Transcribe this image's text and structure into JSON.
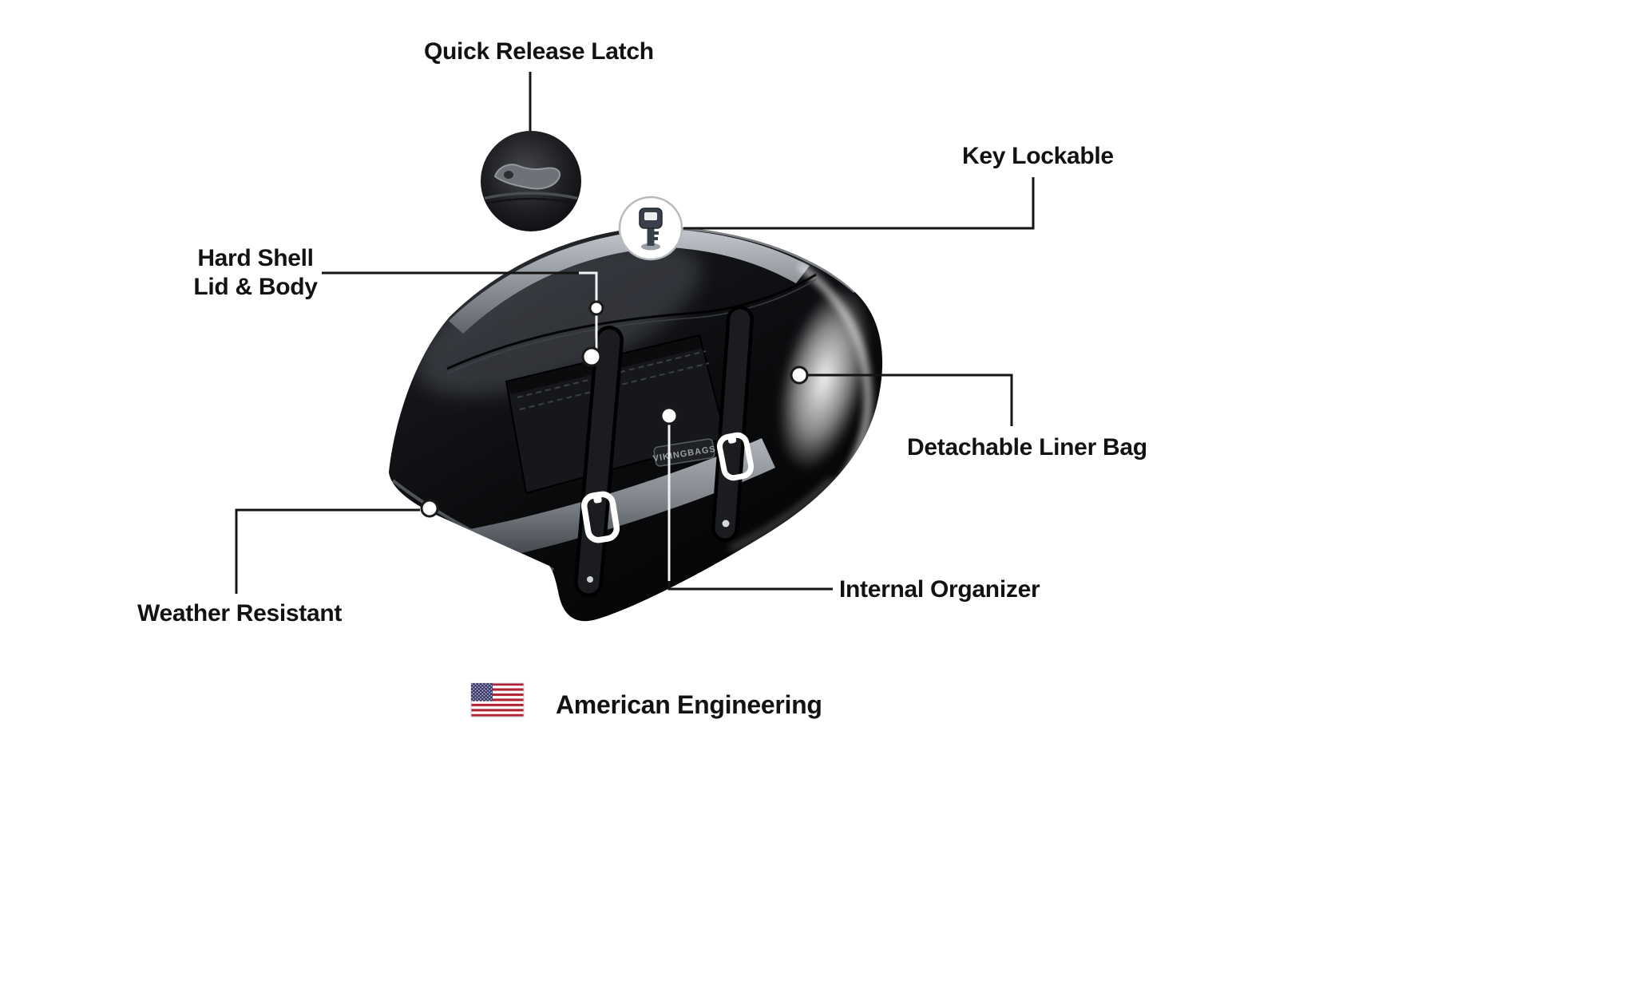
{
  "labels": {
    "quick_release_latch": "Quick Release Latch",
    "key_lockable": "Key Lockable",
    "hard_shell_line1": "Hard Shell",
    "hard_shell_line2": "Lid & Body",
    "detachable_liner_bag": "Detachable Liner Bag",
    "weather_resistant": "Weather Resistant",
    "internal_organizer": "Internal Organizer",
    "american_engineering": "American Engineering"
  },
  "bag": {
    "logo_text": "VIKINGBAGS"
  },
  "colors": {
    "callout_line": "#141414",
    "label_text": "#121212",
    "bag_black": "#0b0c0e",
    "accent_gray": "#8b9197",
    "flag_red": "#B22234",
    "flag_blue": "#3C3B6E"
  }
}
